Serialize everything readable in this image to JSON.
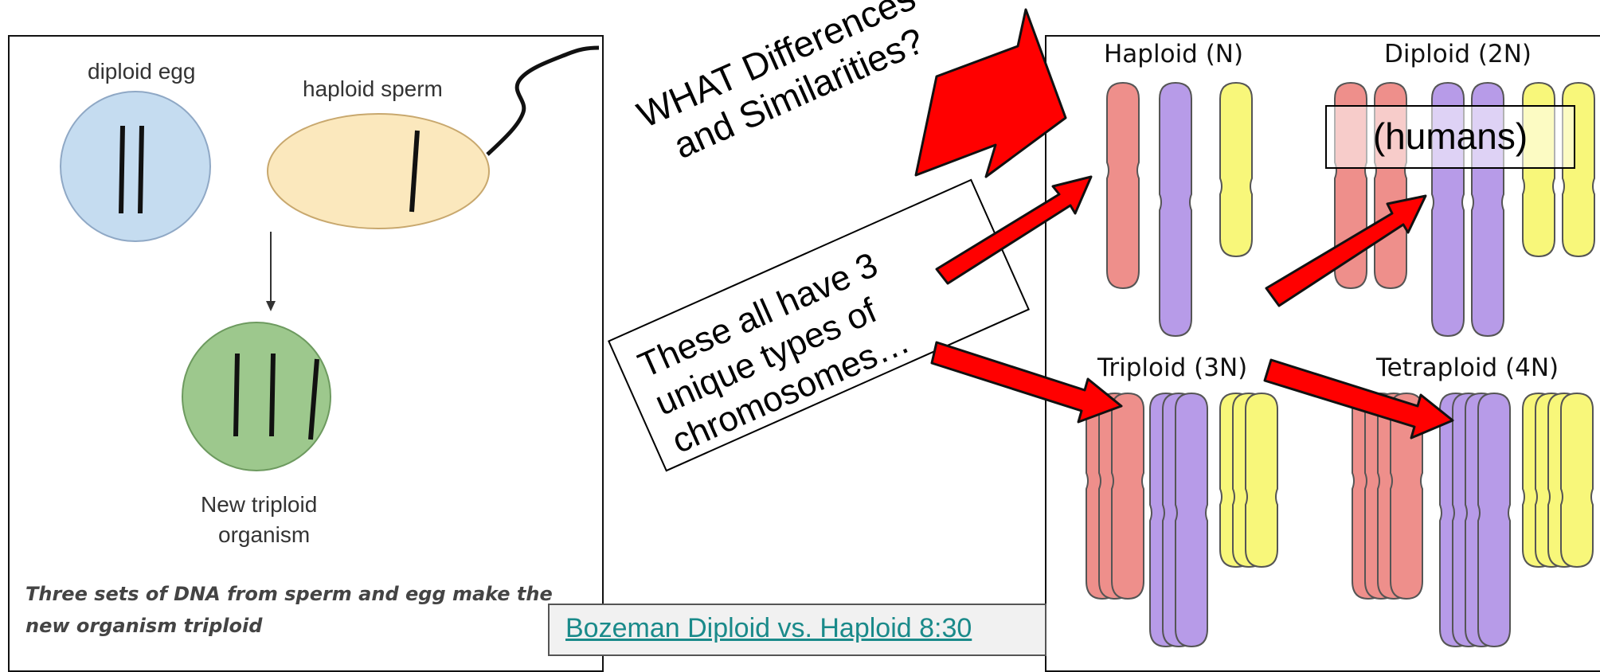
{
  "left": {
    "egg_label": "diploid egg",
    "sperm_label": "haploid sperm",
    "offspring_label_line1": "New triploid",
    "offspring_label_line2": "organism",
    "caption": "Three sets of DNA from sperm and egg make the new organism triploid"
  },
  "right": {
    "haploid_label": "Haploid (N)",
    "diploid_label": "Diploid (2N)",
    "triploid_label": "Triploid (3N)",
    "tetraploid_label": "Tetraploid (4N)",
    "humans_label": "(humans)"
  },
  "annotations": {
    "question_line1": "WHAT Differences",
    "question_line2": "and Similarities?",
    "note_line1": "These all have 3",
    "note_line2": "unique types of",
    "note_line3": "chromosomes…"
  },
  "link": {
    "label": "Bozeman Diploid vs. Haploid 8:30"
  },
  "colors": {
    "egg_fill": "#c5dcf0",
    "sperm_fill": "#fbe8bd",
    "offspring_fill": "#9dc88d",
    "chromosome_red": "#ee8f8b",
    "chromosome_purple": "#b79be8",
    "chromosome_yellow": "#f8f77a",
    "arrow_red": "#ff0000",
    "link_color": "#1a8a8a"
  }
}
